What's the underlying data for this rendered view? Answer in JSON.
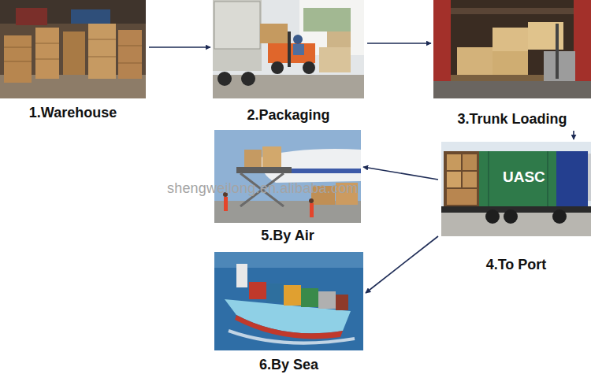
{
  "diagram": {
    "nodes": [
      {
        "text": [
          "1.Warehouse"
        ]
      },
      {
        "text": [
          "2.Packaging"
        ]
      },
      {
        "text": [
          "3.Trunk Loading"
        ]
      },
      {
        "text": [
          "4.To Port"
        ]
      },
      {
        "text": [
          "5.By Air"
        ]
      },
      {
        "text": [
          "6.By Sea"
        ]
      }
    ],
    "edges": [
      {
        "from": 0,
        "to": 1,
        "arrow": "to"
      },
      {
        "from": 1,
        "to": 2,
        "arrow": "to"
      },
      {
        "from": 2,
        "to": 3,
        "arrow": "to"
      },
      {
        "from": 3,
        "to": 4,
        "arrow": "to"
      },
      {
        "from": 3,
        "to": 5,
        "arrow": "to"
      }
    ],
    "labels": [
      "shengweilong.en.alibaba.com",
      "UASC"
    ]
  }
}
